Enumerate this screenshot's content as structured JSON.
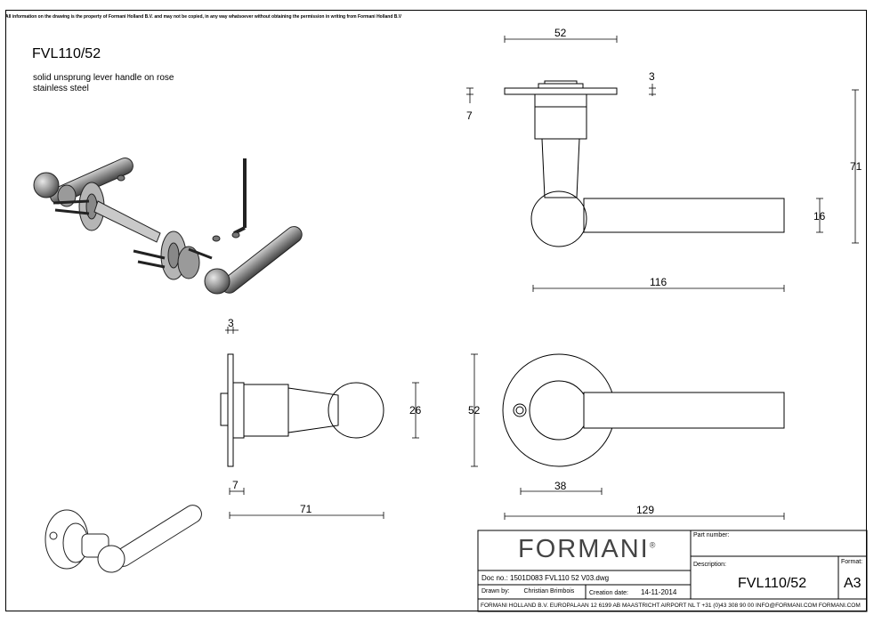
{
  "notice": "All information on the drawing is the property of Formani Holland B.V. and may not be copied, in any way whatsoever without obtaining the permission in writing from Formani Holland B.V",
  "product": {
    "code": "FVL110/52",
    "description_1": "solid unsprung lever handle on rose",
    "description_2": "stainless steel"
  },
  "dimensions": {
    "top_width": "52",
    "top_plate": "3",
    "top_rose": "7",
    "top_height": "71",
    "top_lever_dia": "16",
    "top_length": "116",
    "side_plate": "3",
    "side_knob": "26",
    "side_rose": "7",
    "side_length": "71",
    "front_rose_dia": "52",
    "front_inner": "38",
    "front_length": "129"
  },
  "title_block": {
    "logo": "FORMANI",
    "logo_mark": "®",
    "part_number_label": "Part number:",
    "description_label": "Description:",
    "description_value": "FVL110/52",
    "format_label": "Format:",
    "format_value": "A3",
    "doc_label": "Doc no.:",
    "doc_value": "1501D083 FVL110 52 V03.dwg",
    "drawn_label": "Drawn by:",
    "drawn_value": "Christian Brimbois",
    "created_label": "Creation date:",
    "created_value": "14-11-2014",
    "footer": "FORMANI HOLLAND B.V. EUROPALAAN 12 6199 AB MAASTRICHT AIRPORT NL T +31 (0)43 308 90 00  INFO@FORMANI.COM FORMANI.COM"
  }
}
